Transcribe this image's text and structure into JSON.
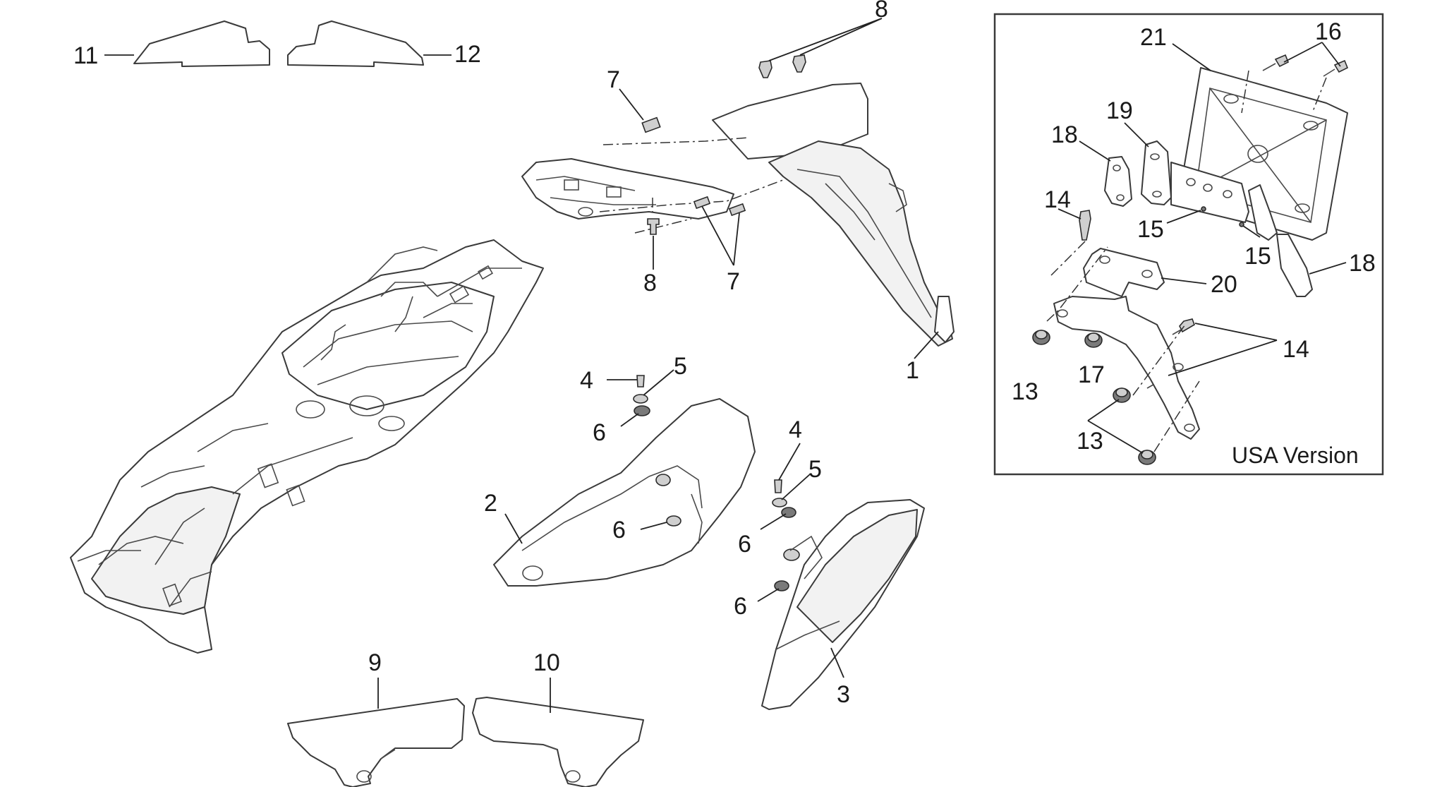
{
  "callouts": {
    "c1": "1",
    "c2": "2",
    "c3": "3",
    "c4a": "4",
    "c4b": "4",
    "c5a": "5",
    "c5b": "5",
    "c6a": "6",
    "c6b": "6",
    "c6c": "6",
    "c6d": "6",
    "c7a": "7",
    "c7b": "7",
    "c8a": "8",
    "c8b": "8",
    "c9": "9",
    "c10": "10",
    "c11": "11",
    "c12": "12"
  },
  "inset": {
    "label": "USA Version",
    "callouts": {
      "c13a": "13",
      "c13b": "13",
      "c14a": "14",
      "c14b": "14",
      "c15a": "15",
      "c15b": "15",
      "c16": "16",
      "c17": "17",
      "c18a": "18",
      "c18b": "18",
      "c19": "19",
      "c20": "20",
      "c21": "21"
    }
  }
}
